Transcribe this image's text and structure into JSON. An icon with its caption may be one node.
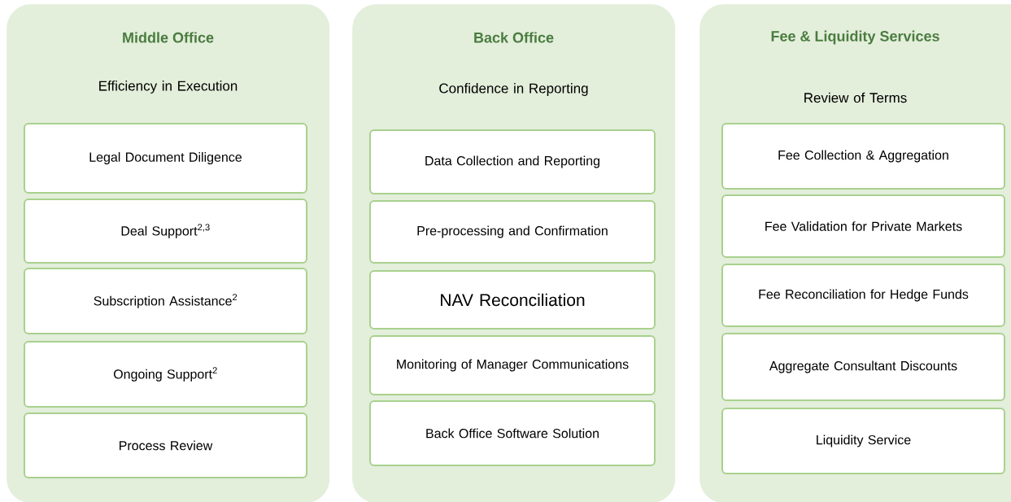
{
  "diagram": {
    "nodes": [
      {
        "text": [
          "Middle Office",
          "Efficiency in Execution"
        ]
      },
      {
        "text": [
          "Legal Document Diligence"
        ],
        "in": 0
      },
      {
        "text": [
          "Deal Support$^{2,3}$"
        ],
        "in": 0
      },
      {
        "text": [
          "Subscription Assistance$^{2}$"
        ],
        "in": 0
      },
      {
        "text": [
          "Ongoing Support$^{2}$"
        ],
        "in": 0
      },
      {
        "text": [
          "Process Review"
        ],
        "in": 0
      },
      {
        "text": [
          "Back Office",
          "Confidence in Reporting"
        ]
      },
      {
        "text": [
          "Data Collection and Reporting"
        ],
        "in": 6
      },
      {
        "text": [
          "Pre-processing and Confirmation"
        ],
        "in": 6
      },
      {
        "text": [
          "NAV Reconciliation"
        ],
        "in": 6
      },
      {
        "text": [
          "Monitoring of Manager Communications"
        ],
        "in": 6
      },
      {
        "text": [
          "Back Office Software Solution"
        ],
        "in": 6
      },
      {
        "text": [
          "Fee & Liquidity Services",
          "Review of Terms"
        ]
      },
      {
        "text": [
          "Fee Collection & Aggregation"
        ],
        "in": 12
      },
      {
        "text": [
          "Fee Validation for Private Markets"
        ],
        "in": 12
      },
      {
        "text": [
          "Fee Reconciliation for Hedge Funds"
        ],
        "in": 12
      },
      {
        "text": [
          "Aggregate Consultant Discounts"
        ],
        "in": 12
      },
      {
        "text": [
          "Liquidity Service"
        ],
        "in": 12
      }
    ]
  }
}
